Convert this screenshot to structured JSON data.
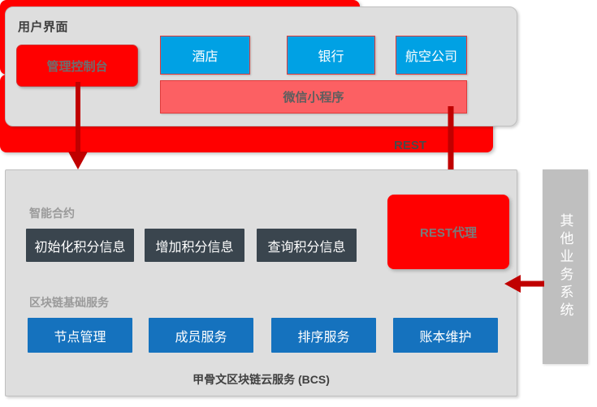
{
  "colors": {
    "panel_bg": "#DEDEDE",
    "panel_border": "#BFBFBF",
    "red": "#FF0000",
    "salmon": "#FC6063",
    "light_blue": "#00A1E4",
    "dark_blue": "#1572BE",
    "dark_slate": "#3A454E",
    "arrow_red": "#C00000",
    "sidebar_gray": "#BFBFBF",
    "muted_text": "#9A9A9A",
    "title_text": "#3F3F3F"
  },
  "ui_layer": {
    "title": "用户界面",
    "admin_console": {
      "label": "管理控制台"
    },
    "apps": [
      {
        "label": "酒店"
      },
      {
        "label": "银行"
      },
      {
        "label": "航空公司"
      }
    ],
    "miniprogram": {
      "label": "微信小程序"
    }
  },
  "connector": {
    "rest_label": "REST"
  },
  "bcs_layer": {
    "caption": "甲骨文区块链云服务 (BCS)",
    "smart_contract": {
      "label": "智能合约",
      "items": [
        {
          "label": "初始化积分信息"
        },
        {
          "label": "增加积分信息"
        },
        {
          "label": "查询积分信息"
        }
      ]
    },
    "rest_proxy": {
      "label": "REST代理"
    },
    "blockchain_services": {
      "label": "区块链基础服务",
      "items": [
        {
          "label": "节点管理"
        },
        {
          "label": "成员服务"
        },
        {
          "label": "排序服务"
        },
        {
          "label": "账本维护"
        }
      ]
    }
  },
  "external": {
    "other_systems": {
      "label": "其他业务系统"
    }
  }
}
